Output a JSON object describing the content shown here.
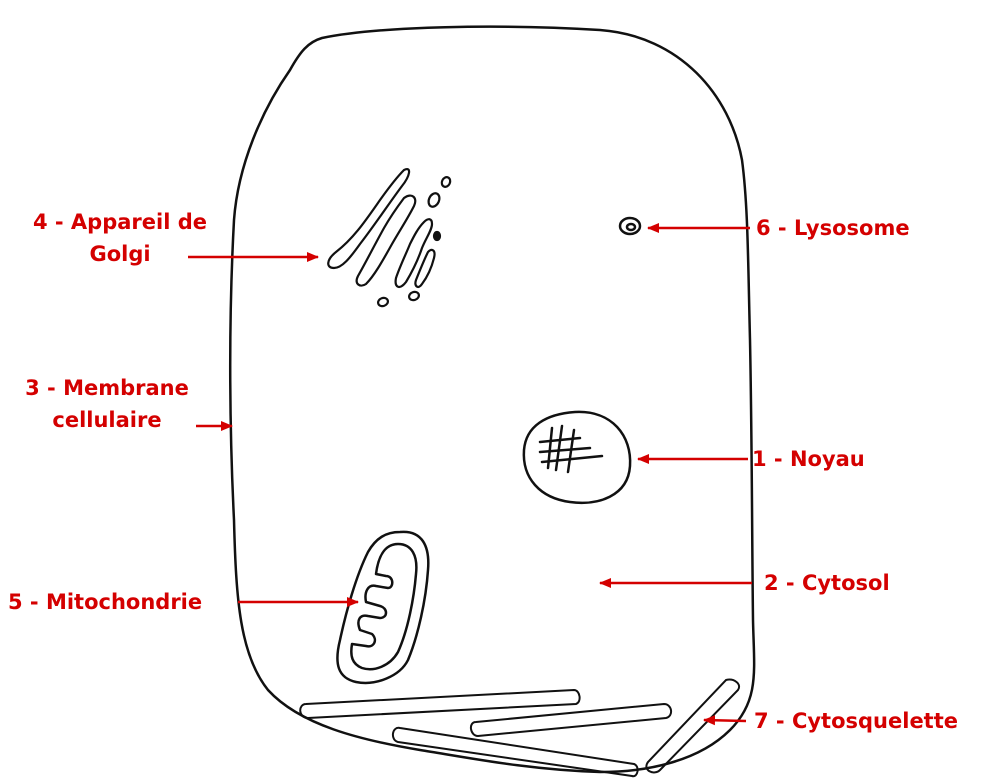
{
  "labels": {
    "golgi": [
      "4 - Appareil de",
      "Golgi"
    ],
    "lysosome": "6 - Lysosome",
    "membrane": [
      "3 - Membrane",
      "cellulaire"
    ],
    "noyau": "1 - Noyau",
    "mitochondrie": "5 - Mitochondrie",
    "cytosol": "2 - Cytosol",
    "cytosquelette": "7 - Cytosquelette"
  },
  "colors": {
    "label": "#d40000",
    "outline": "#111111",
    "arrow": "#d40000"
  }
}
